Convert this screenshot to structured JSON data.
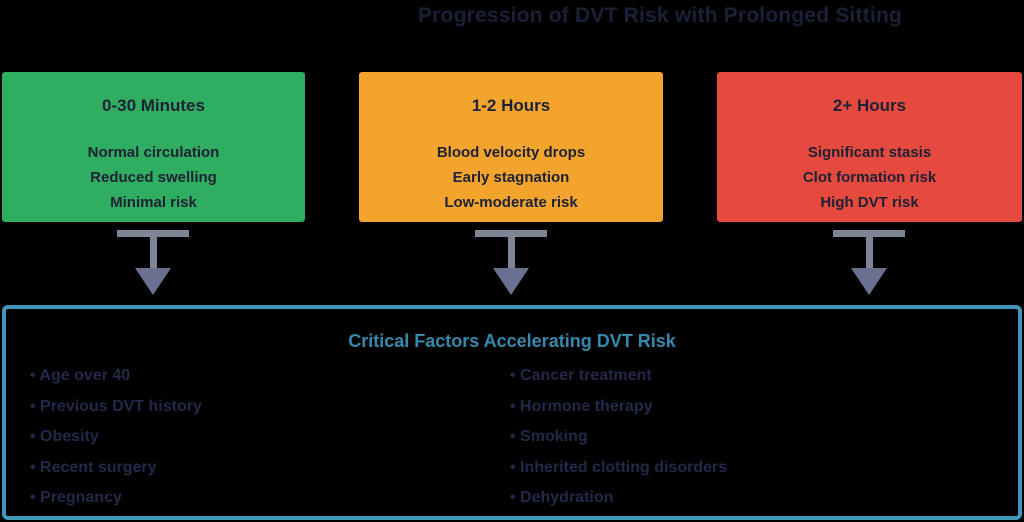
{
  "page": {
    "title": "Progression of DVT Risk with Prolonged Sitting",
    "background_color": "#000000",
    "title_color": "#1c2036",
    "box_text_color": "#1e2134",
    "arrow_color": "#7e8695",
    "arrowhead_color": "#6a7190"
  },
  "stages": [
    {
      "title": "0-30 Minutes",
      "lines": [
        "Normal circulation",
        "Reduced swelling",
        "Minimal risk"
      ],
      "color": "#2fad61"
    },
    {
      "title": "1-2 Hours",
      "lines": [
        "Blood velocity drops",
        "Early stagnation",
        "Low-moderate risk"
      ],
      "color": "#f2a42c"
    },
    {
      "title": "2+ Hours",
      "lines": [
        "Significant stasis",
        "Clot formation risk",
        "High DVT risk"
      ],
      "color": "#e64a3f"
    }
  ],
  "bottom_panel": {
    "title": "Critical Factors Accelerating DVT Risk",
    "title_color": "#3389ae",
    "border_color": "#3f98ba",
    "text_color": "#242848",
    "left_items": [
      "• Age over 40",
      "• Previous DVT history",
      "• Obesity",
      "• Recent surgery",
      "• Pregnancy"
    ],
    "right_items": [
      "• Cancer treatment",
      "• Hormone therapy",
      "• Smoking",
      "• Inherited clotting disorders",
      "• Dehydration"
    ]
  }
}
